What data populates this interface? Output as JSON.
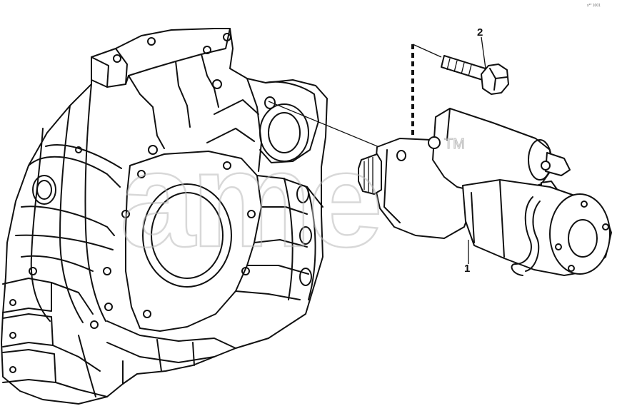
{
  "callouts": {
    "starter": "1",
    "bolt": "2"
  },
  "watermark": {
    "text": "ame",
    "mark": "TM"
  },
  "drawing_ref": "s** 1001",
  "colors": {
    "line": "#111111",
    "watermark": "#b9b9b9",
    "background": "#ffffff"
  }
}
